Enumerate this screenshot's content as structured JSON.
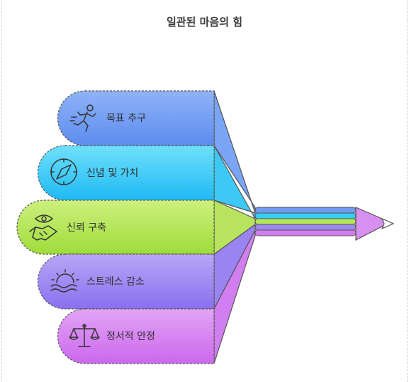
{
  "title": "일관된 마음의 힘",
  "items": [
    {
      "label": "목표 추구",
      "icon": "running-person-icon",
      "color": "#6f9cf2"
    },
    {
      "label": "신념 및 가치",
      "icon": "compass-icon",
      "color": "#36cdf6"
    },
    {
      "label": "신뢰 구축",
      "icon": "handshake-eye-icon",
      "color": "#b5e65a"
    },
    {
      "label": "스트레스 감소",
      "icon": "sun-waves-icon",
      "color": "#9c87f2"
    },
    {
      "label": "정서적 안정",
      "icon": "balance-scale-icon",
      "color": "#d37cf0"
    }
  ],
  "pencil": {
    "icon": "pencil-icon"
  }
}
